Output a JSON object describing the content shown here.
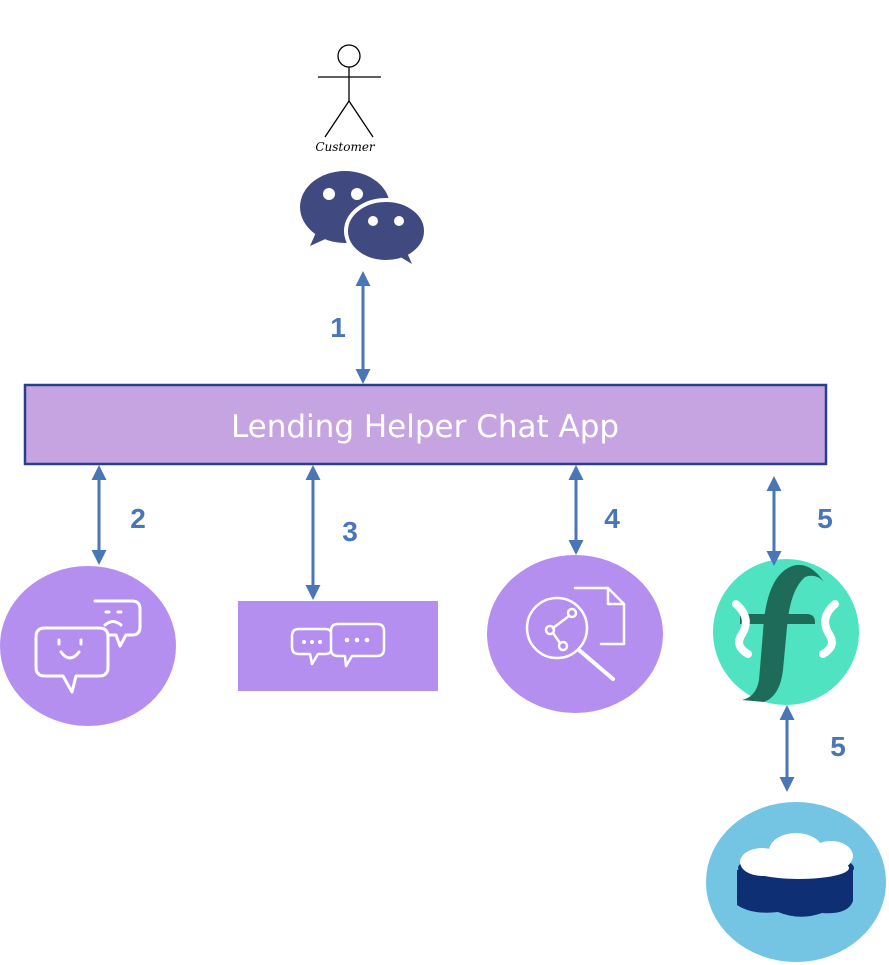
{
  "actor": {
    "label": "Customer"
  },
  "app": {
    "label": "Lending Helper Chat App"
  },
  "connections": [
    {
      "id": "c1",
      "label": "1",
      "from": "customer-chat",
      "to": "lending-helper-chat-app"
    },
    {
      "id": "c2",
      "label": "2",
      "from": "lending-helper-chat-app",
      "to": "sentiment-chat-node"
    },
    {
      "id": "c3",
      "label": "3",
      "from": "lending-helper-chat-app",
      "to": "conversation-node"
    },
    {
      "id": "c4",
      "label": "4",
      "from": "lending-helper-chat-app",
      "to": "document-search-node"
    },
    {
      "id": "c5",
      "label": "5",
      "from": "lending-helper-chat-app",
      "to": "function-service-node"
    },
    {
      "id": "c6",
      "label": "5",
      "from": "function-service-node",
      "to": "cloud-database-node"
    }
  ],
  "icons": {
    "customer": "stick-figure-icon",
    "chat": "chat-bubbles-icon",
    "sentiment": "sentiment-chat-icon",
    "conversation": "conversation-icon",
    "document_search": "document-search-icon",
    "function_service": "function-f-icon",
    "cloud_database": "cloud-database-icon"
  },
  "colors": {
    "arrow": "#4a76b8",
    "label": "#4a76b8",
    "app_fill": "#c6a4e2",
    "app_border": "#27408b",
    "node_fill": "#b48ff0",
    "chat_icon": "#404a80",
    "function_teal": "#4fe3c1",
    "function_dark": "#1f6b5a",
    "cloud_bg": "#74c4e4",
    "cloud_db": "#0e2f73"
  }
}
